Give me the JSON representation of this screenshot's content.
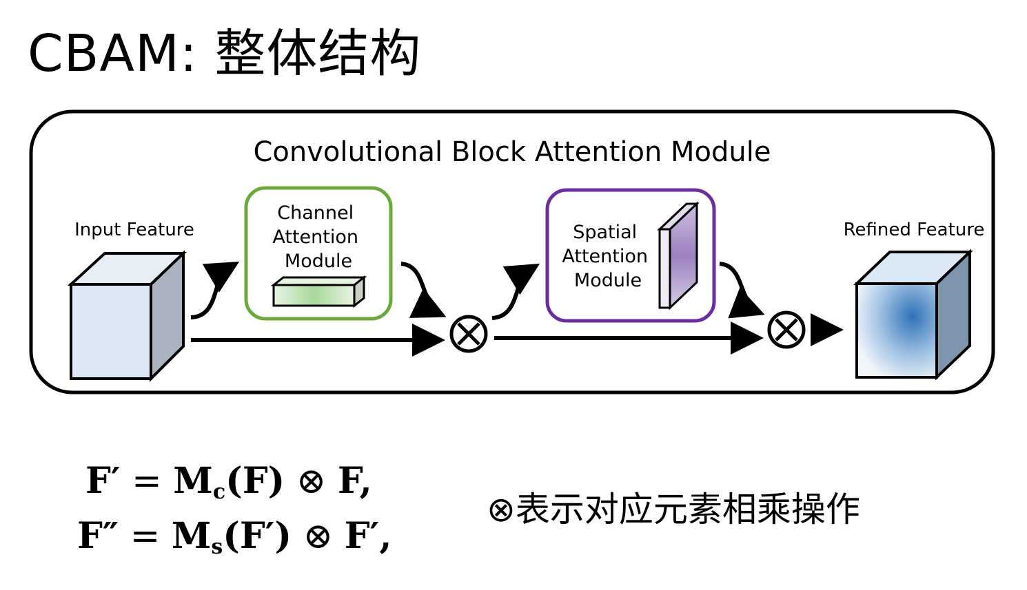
{
  "title": "CBAM: 整体结构",
  "diagram": {
    "heading": "Convolutional Block Attention Module",
    "input_label": "Input Feature",
    "refined_label": "Refined Feature",
    "channel_module": [
      "Channel",
      "Attention",
      "Module"
    ],
    "spatial_module": [
      "Spatial",
      "Attention",
      "Module"
    ],
    "colors": {
      "channel": "#6aaa3c",
      "spatial": "#6a2d9c",
      "cube_face": "#dce8f6",
      "cube_side": "#b0b8c4"
    }
  },
  "equations": {
    "line1": {
      "lhs": "F′",
      "eq": "=",
      "m": "M",
      "sub": "c",
      "arg": "(F)",
      "op": "⊗",
      "rhs": "F,"
    },
    "line2": {
      "lhs": "F″",
      "eq": "=",
      "m": "M",
      "sub": "s",
      "arg": "(F′)",
      "op": "⊗",
      "rhs": "F′,"
    }
  },
  "note": "⊗表示对应元素相乘操作"
}
